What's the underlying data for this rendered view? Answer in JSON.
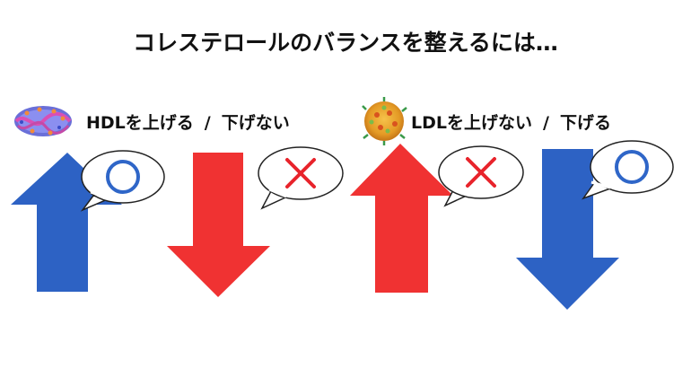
{
  "title": "コレステロールのバランスを整えるには…",
  "hdl": {
    "label_good": "HDLを上げる",
    "separator": "/",
    "label_bad": "下げない",
    "up_mark": "○",
    "down_mark": "✕"
  },
  "ldl": {
    "label_bad": "LDLを上げない",
    "separator": "/",
    "label_good": "下げる",
    "up_mark": "✕",
    "down_mark": "○"
  },
  "colors": {
    "blue": "#2d62c4",
    "red": "#f03232",
    "cross": "#e8232b",
    "circle": "#2f66c8"
  }
}
